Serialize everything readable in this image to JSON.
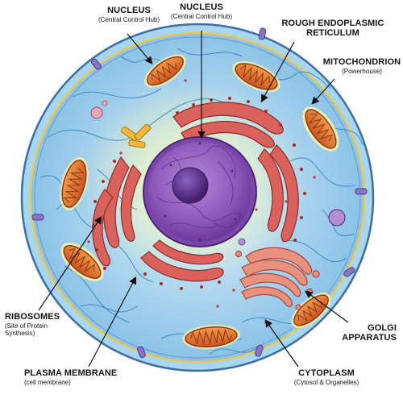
{
  "diagram": {
    "colors": {
      "background": "#ffffff",
      "membrane": "#3d6fa3",
      "cytoplasm": "#8fc7ec",
      "cytoskeleton": "#2f7bb4",
      "nucleus": "#8e5bb8",
      "nucleolus": "#55318a",
      "rough_er": "#c8504c",
      "ribosomes": "#a8282a",
      "mitochondria": "#e3772e",
      "golgi": "#e2836f",
      "vesicle": "#b38fd0",
      "centriole": "#f2b83a",
      "membrane_protein": "#8a74c8"
    },
    "labels": {
      "nucleus_left": {
        "name": "NUCLEUS",
        "sub": "(Central Control Hub)"
      },
      "nucleus_center": {
        "name": "NUCLEUS",
        "sub": "(Central Control Hub)"
      },
      "rough_er": {
        "name_line1": "ROUGH ENDOPLASMIC",
        "name_line2": "RETICULUM"
      },
      "mitochondrion": {
        "name": "MITOCHONDRION",
        "sub": "(Powerhouse)"
      },
      "ribosomes": {
        "name": "RIBOSOMES",
        "sub_line1": "(Site of Protein",
        "sub_line2": "Synthesis)"
      },
      "golgi": {
        "name_line1": "GOLGI",
        "name_line2": "APPARATUS"
      },
      "plasma_membrane": {
        "name": "PLASMA MEMBRANE",
        "sub": "(cell membrane)"
      },
      "cytoplasm": {
        "name": "CYTOPLASM",
        "sub": "(Cytosol & Organelles)"
      }
    }
  }
}
